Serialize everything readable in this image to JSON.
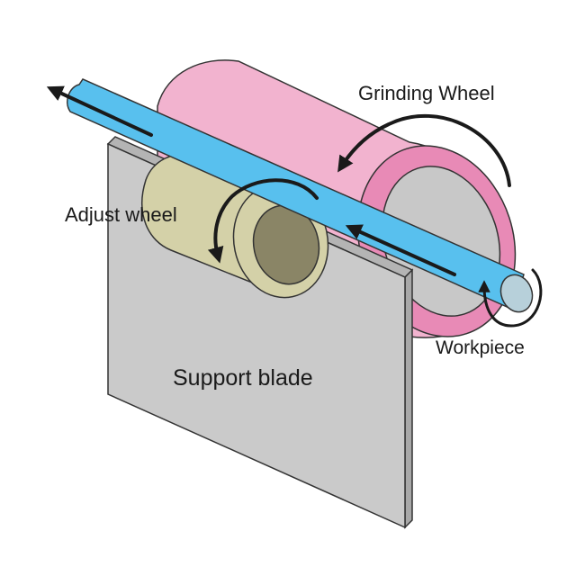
{
  "labels": {
    "grinding_wheel": "Grinding Wheel",
    "adjust_wheel": "Adjust wheel",
    "workpiece": "Workpiece",
    "support_blade": "Support blade"
  },
  "colors": {
    "grinding_wheel": "#f2b3cf",
    "grinding_wheel_rim": "#e88ab6",
    "grinding_wheel_bore": "#c8c8c8",
    "adjust_wheel": "#d4d1a8",
    "adjust_wheel_bore": "#8a8566",
    "workpiece": "#58c0ee",
    "workpiece_end": "#b7d0da",
    "support_blade": "#cacaca",
    "support_blade_edge": "#a8a8a8",
    "arrow": "#1a1a1a",
    "outline": "#333333"
  }
}
